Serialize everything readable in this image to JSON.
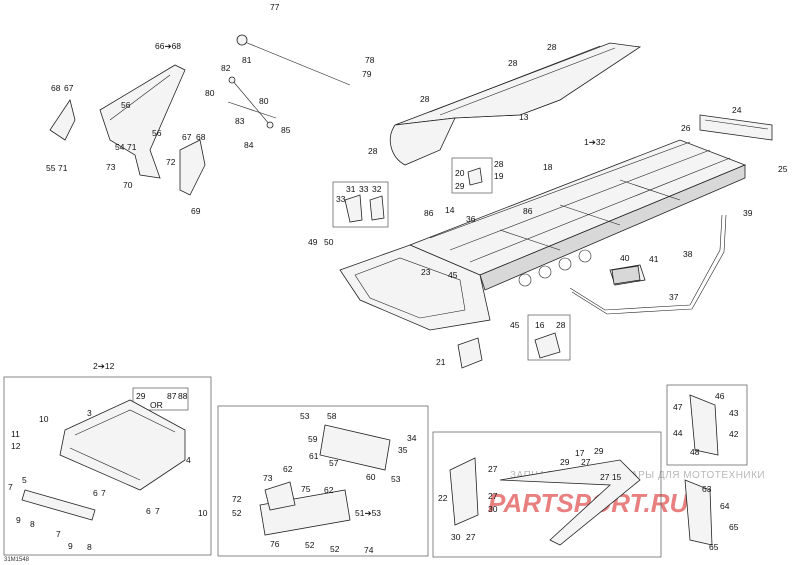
{
  "diagram_ref": "31M1548",
  "watermark": {
    "line": "ЗАПЧАСТИ И АКСЕССУАРЫ ДЛЯ МОТОТЕХНИКИ",
    "brand": "PARTSPORT.RU"
  },
  "callouts": {
    "c1": "1➔32",
    "c2": "2➔12",
    "c3": "3",
    "c4": "4",
    "c5": "5",
    "c6a": "6",
    "c6b": "6",
    "c7a": "7",
    "c7b": "7",
    "c7c": "7",
    "c7d": "7",
    "c8a": "8",
    "c8b": "8",
    "c9a": "9",
    "c9b": "9",
    "c10a": "10",
    "c10b": "10",
    "c11": "11",
    "c12": "12",
    "c13": "13",
    "c14": "14",
    "c16": "16",
    "c17": "17",
    "c18": "18",
    "c19": "19",
    "c20": "20",
    "c21": "21",
    "c22": "22",
    "c23": "23",
    "c24": "24",
    "c25": "25",
    "c26": "26",
    "c27a": "27",
    "c27b": "27",
    "c27c": "27",
    "c27d": "27",
    "c28a": "28",
    "c28b": "28",
    "c28c": "28",
    "c28d": "28",
    "c28e": "28",
    "c28f": "28",
    "c29a": "29",
    "c29b": "29",
    "c29c": "29",
    "c30a": "30",
    "c30b": "30",
    "c31": "31",
    "c32": "32",
    "c33a": "33",
    "c33b": "33",
    "c34": "34",
    "c35": "35",
    "c36": "36",
    "c37": "37",
    "c38": "38",
    "c39": "39",
    "c40": "40",
    "c41": "41",
    "c42": "42",
    "c43": "43",
    "c44": "44",
    "c45a": "45",
    "c45b": "45",
    "c46": "46",
    "c47": "47",
    "c48": "48",
    "c49": "49",
    "c50": "50",
    "c51": "51➔53",
    "c52a": "52",
    "c52b": "52",
    "c52c": "52",
    "c53a": "53",
    "c53b": "53",
    "c54": "54",
    "c55": "55",
    "c56a": "56",
    "c56b": "56",
    "c57": "57",
    "c58": "58",
    "c59": "59",
    "c60": "60",
    "c61": "61",
    "c62a": "62",
    "c62b": "62",
    "c63": "63",
    "c64": "64",
    "c65a": "65",
    "c65b": "65",
    "c66": "66➔68",
    "c67a": "67",
    "c67b": "67",
    "c68a": "68",
    "c68b": "68",
    "c69": "69",
    "c70": "70",
    "c71a": "71",
    "c71b": "71",
    "c72a": "72",
    "c72b": "72",
    "c73a": "73",
    "c73b": "73",
    "c74": "74",
    "c75": "75",
    "c76": "76",
    "c77": "77",
    "c78": "78",
    "c79": "79",
    "c80a": "80",
    "c80b": "80",
    "c81": "81",
    "c82": "82",
    "c83": "83",
    "c84": "84",
    "c85": "85",
    "c86a": "86",
    "c86b": "86",
    "c87": "87",
    "c88": "88",
    "c2977": "27 15",
    "c29or": "29",
    "or": "OR"
  }
}
